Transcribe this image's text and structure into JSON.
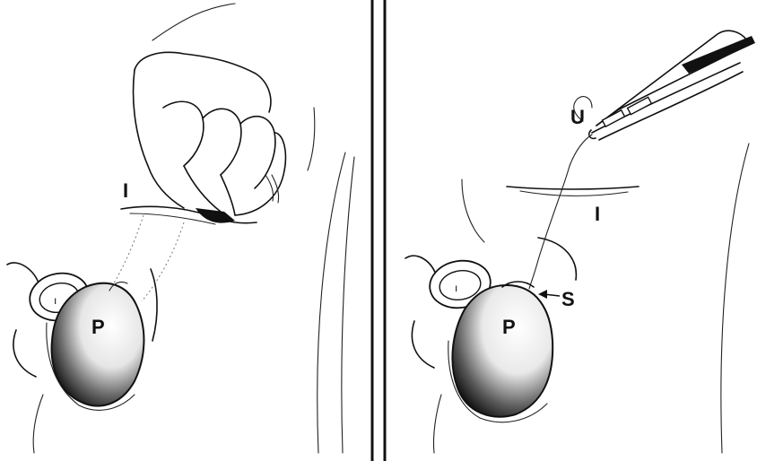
{
  "left_panel": {
    "labels": {
      "incision": "I",
      "organ": "P"
    }
  },
  "right_panel": {
    "labels": {
      "instrument": "U",
      "incision": "I",
      "organ": "P",
      "suture": "S"
    }
  },
  "colors": {
    "ink": "#111111",
    "background": "#ffffff"
  }
}
